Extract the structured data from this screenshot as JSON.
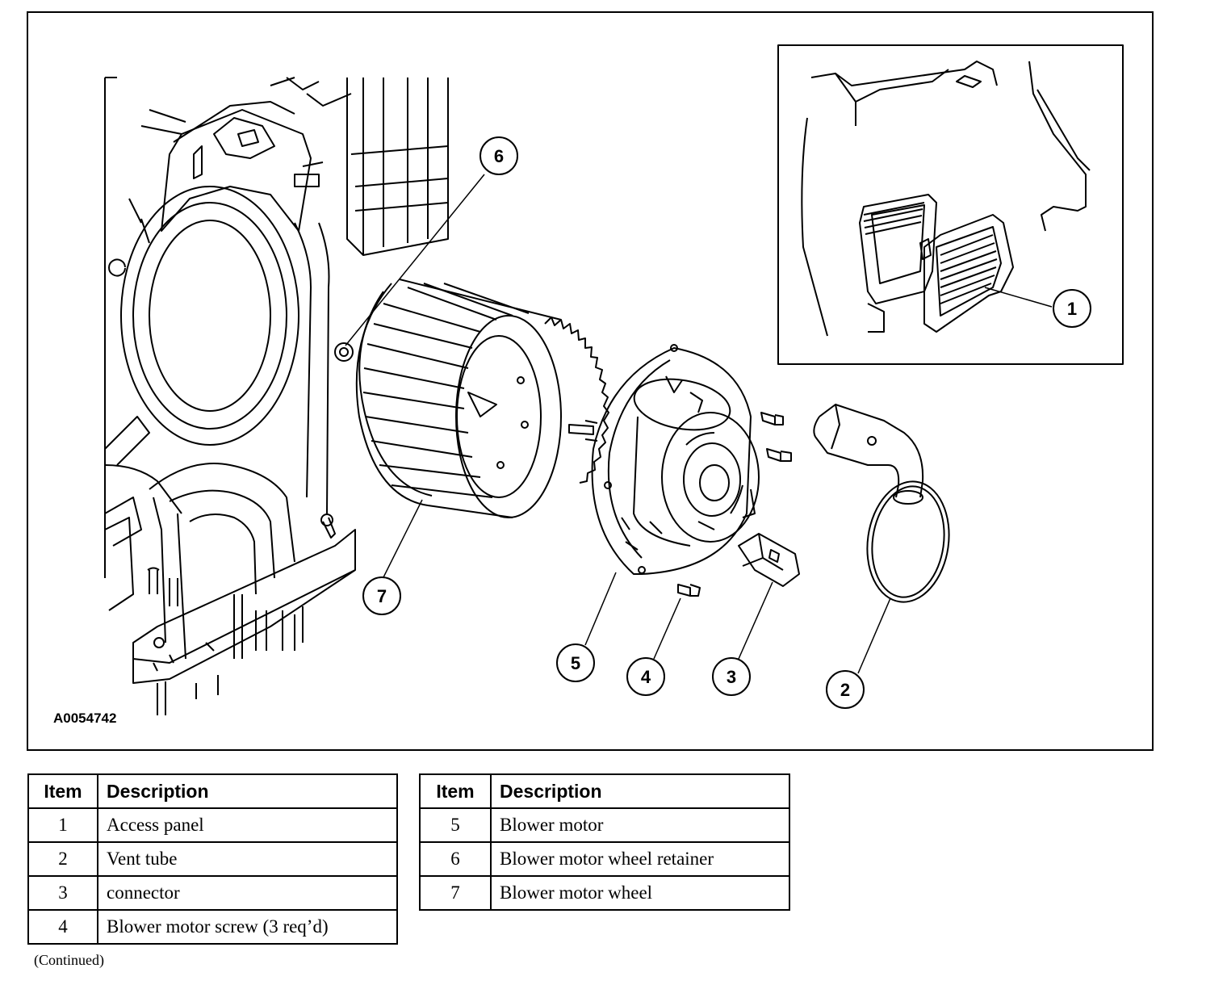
{
  "figure_id": "A0054742",
  "callouts": [
    "1",
    "2",
    "3",
    "4",
    "5",
    "6",
    "7"
  ],
  "legend_left": {
    "headers": {
      "item": "Item",
      "description": "Description"
    },
    "rows": [
      {
        "item": "1",
        "description": "Access panel"
      },
      {
        "item": "2",
        "description": "Vent tube"
      },
      {
        "item": "3",
        "description": "connector"
      },
      {
        "item": "4",
        "description": "Blower motor screw (3 req’d)"
      }
    ]
  },
  "legend_right": {
    "headers": {
      "item": "Item",
      "description": "Description"
    },
    "rows": [
      {
        "item": "5",
        "description": "Blower motor"
      },
      {
        "item": "6",
        "description": "Blower motor wheel retainer"
      },
      {
        "item": "7",
        "description": "Blower motor wheel"
      }
    ]
  },
  "continued": "(Continued)"
}
